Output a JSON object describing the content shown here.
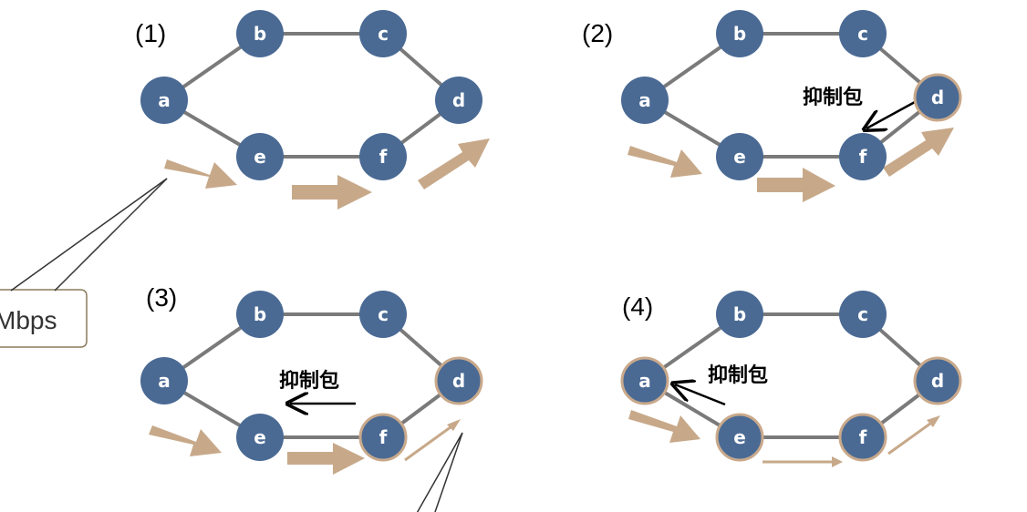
{
  "panels": [
    {
      "label": "(1)",
      "pause_label": ""
    },
    {
      "label": "(2)",
      "pause_label": "抑制包"
    },
    {
      "label": "(3)",
      "pause_label": "抑制包"
    },
    {
      "label": "(4)",
      "pause_label": "抑制包"
    }
  ],
  "nodes": [
    "a",
    "b",
    "c",
    "d",
    "e",
    "f"
  ],
  "callout": {
    "text": "Mbps"
  },
  "colors": {
    "node_fill": "#4a6a94",
    "edge": "#7a7a7a",
    "flow_arrow": "#c7a98a",
    "pause_arrow": "#000000"
  }
}
